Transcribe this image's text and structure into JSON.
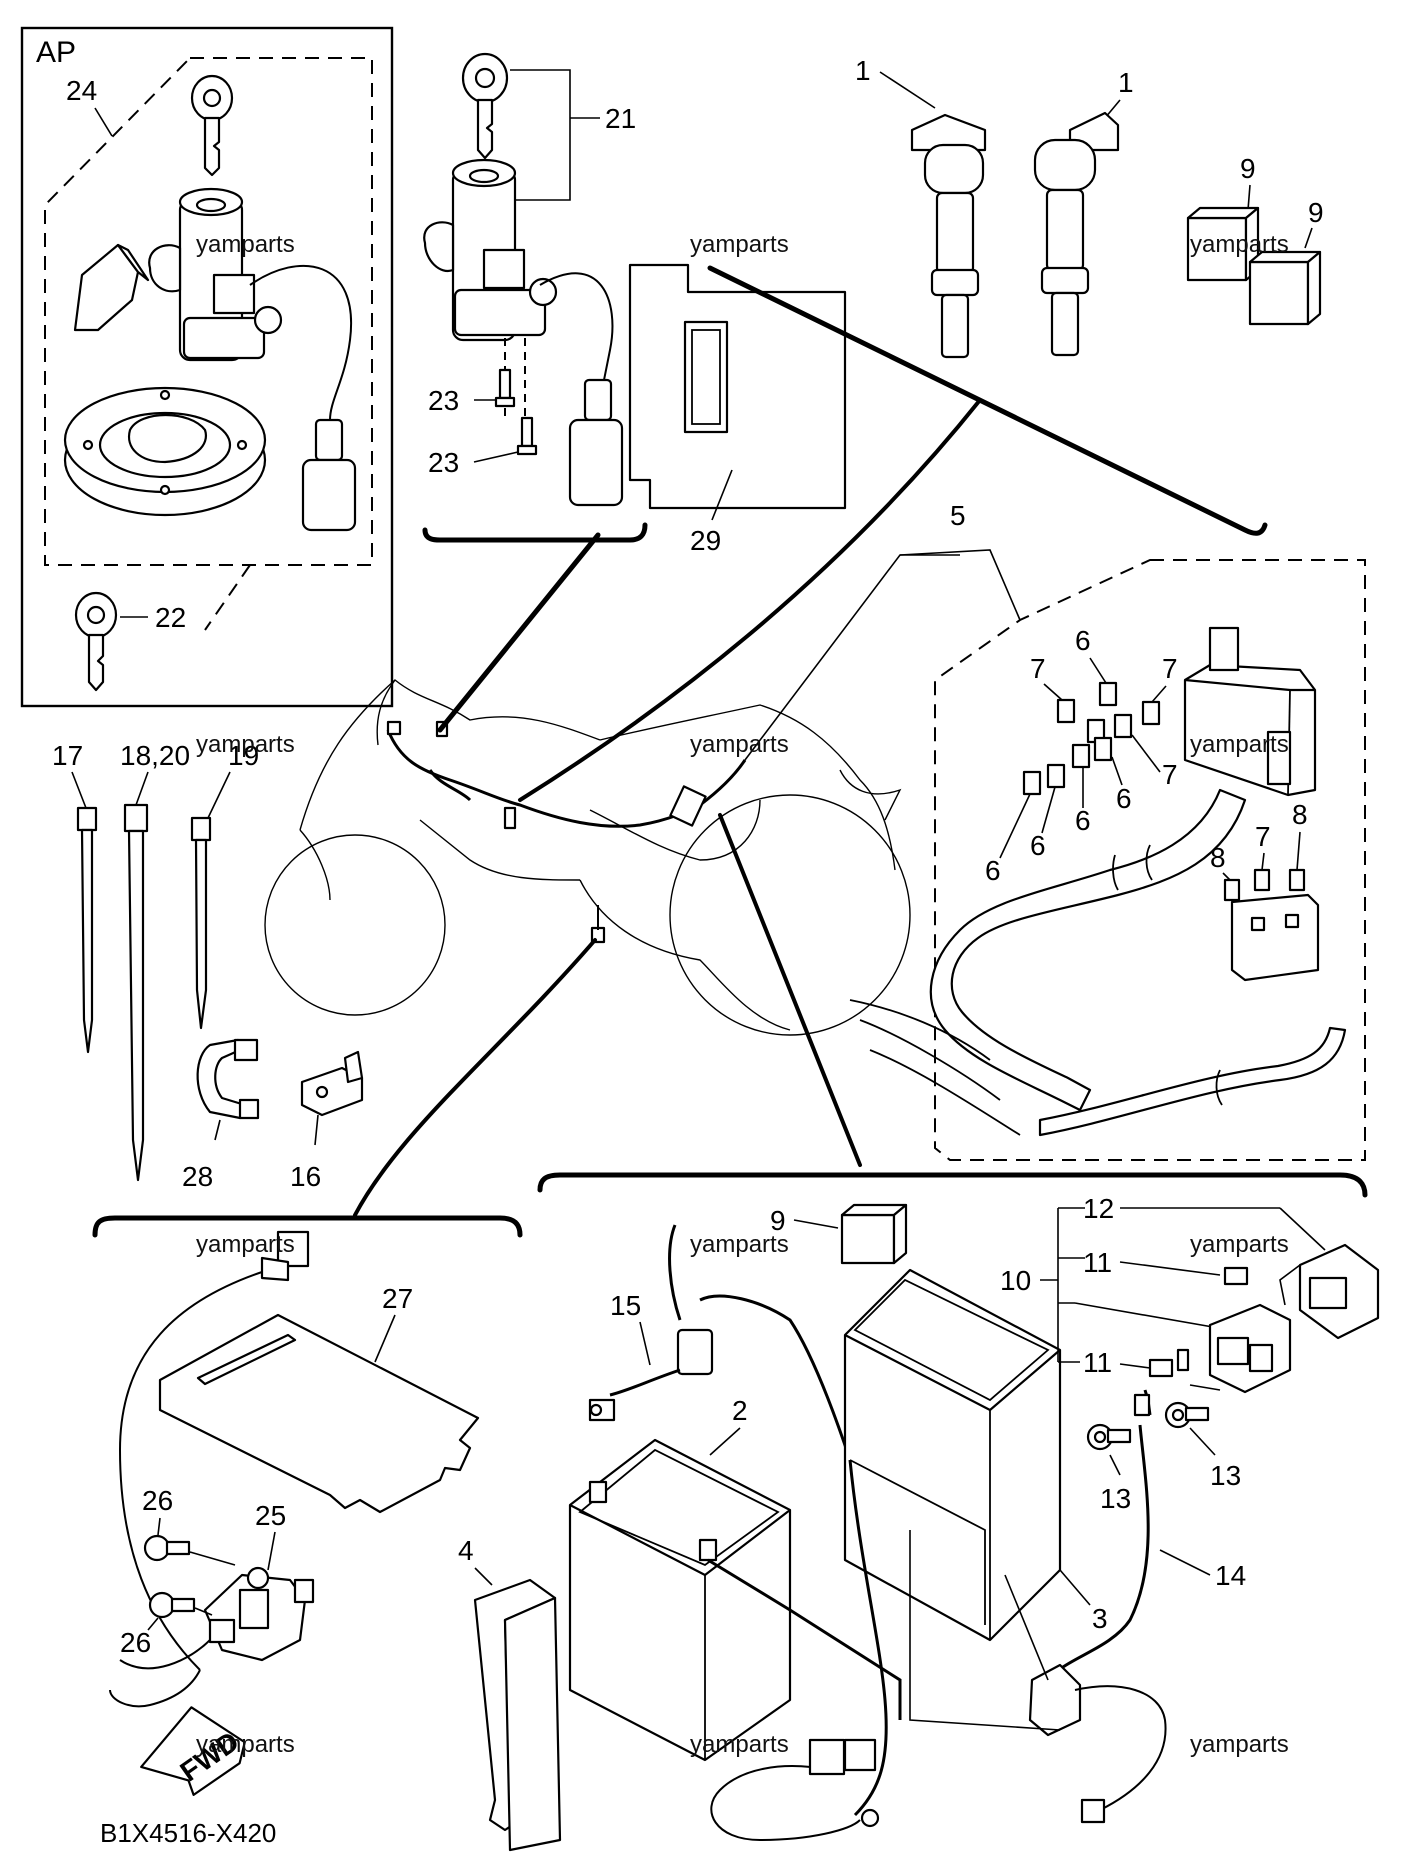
{
  "diagram": {
    "code": "B1X4516-X420",
    "group_label": "AP",
    "watermark": "yamparts",
    "fwd_mark": "FWD",
    "callouts": {
      "c1a": "1",
      "c1b": "1",
      "c2": "2",
      "c3": "3",
      "c4": "4",
      "c5": "5",
      "c6a": "6",
      "c6b": "6",
      "c6c": "6",
      "c6d": "6",
      "c6e": "6",
      "c7a": "7",
      "c7b": "7",
      "c7c": "7",
      "c7d": "7",
      "c8a": "8",
      "c8b": "8",
      "c9a": "9",
      "c9b": "9",
      "c9c": "9",
      "c10": "10",
      "c11a": "11",
      "c11b": "11",
      "c12": "12",
      "c13a": "13",
      "c13b": "13",
      "c14": "14",
      "c15": "15",
      "c16": "16",
      "c17": "17",
      "c1820": "18,20",
      "c19": "19",
      "c21": "21",
      "c22": "22",
      "c23a": "23",
      "c23b": "23",
      "c24": "24",
      "c25": "25",
      "c26a": "26",
      "c26b": "26",
      "c27": "27",
      "c28": "28",
      "c29": "29"
    }
  }
}
